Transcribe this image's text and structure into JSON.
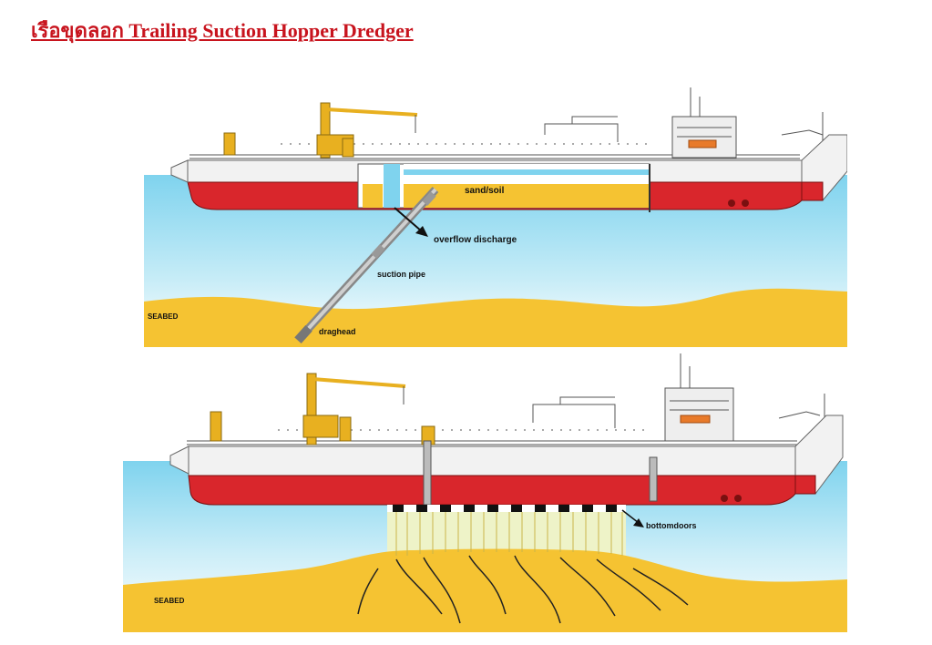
{
  "page": {
    "title": "เรือขุดลอก Trailing Suction Hopper Dredger"
  },
  "diagram_top": {
    "labels": {
      "sand_soil": "sand/soil",
      "overflow_discharge": "overflow discharge",
      "suction_pipe": "suction pipe",
      "seabed": "SEABED",
      "draghead": "draghead"
    }
  },
  "diagram_bottom": {
    "labels": {
      "bottomdoors": "bottomdoors",
      "seabed": "SEABED"
    }
  },
  "colors": {
    "title": "#c8141e",
    "water": "#7fd3ee",
    "sand": "#f5c332",
    "hull_red": "#d9262c",
    "hull_white": "#f2f2f2",
    "crane": "#e8b020"
  }
}
